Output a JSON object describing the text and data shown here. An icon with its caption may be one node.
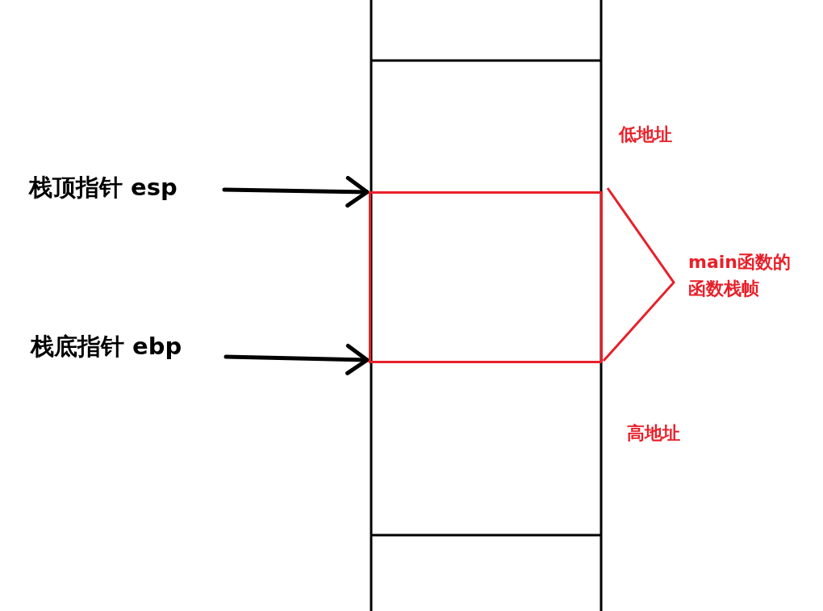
{
  "diagram": {
    "nodes": [
      {
        "text": [
          "栈顶指针 esp"
        ]
      },
      {
        "text": [
          "栈底指针 ebp"
        ]
      },
      {
        "text": [],
        "shape": "box"
      }
    ],
    "edges": [
      {
        "from": 0,
        "to": 2,
        "arrow": "to"
      },
      {
        "from": 1,
        "to": 2,
        "arrow": "to"
      }
    ],
    "labels": [
      "低地址",
      "main函数的函数栈帧",
      "高地址"
    ]
  }
}
